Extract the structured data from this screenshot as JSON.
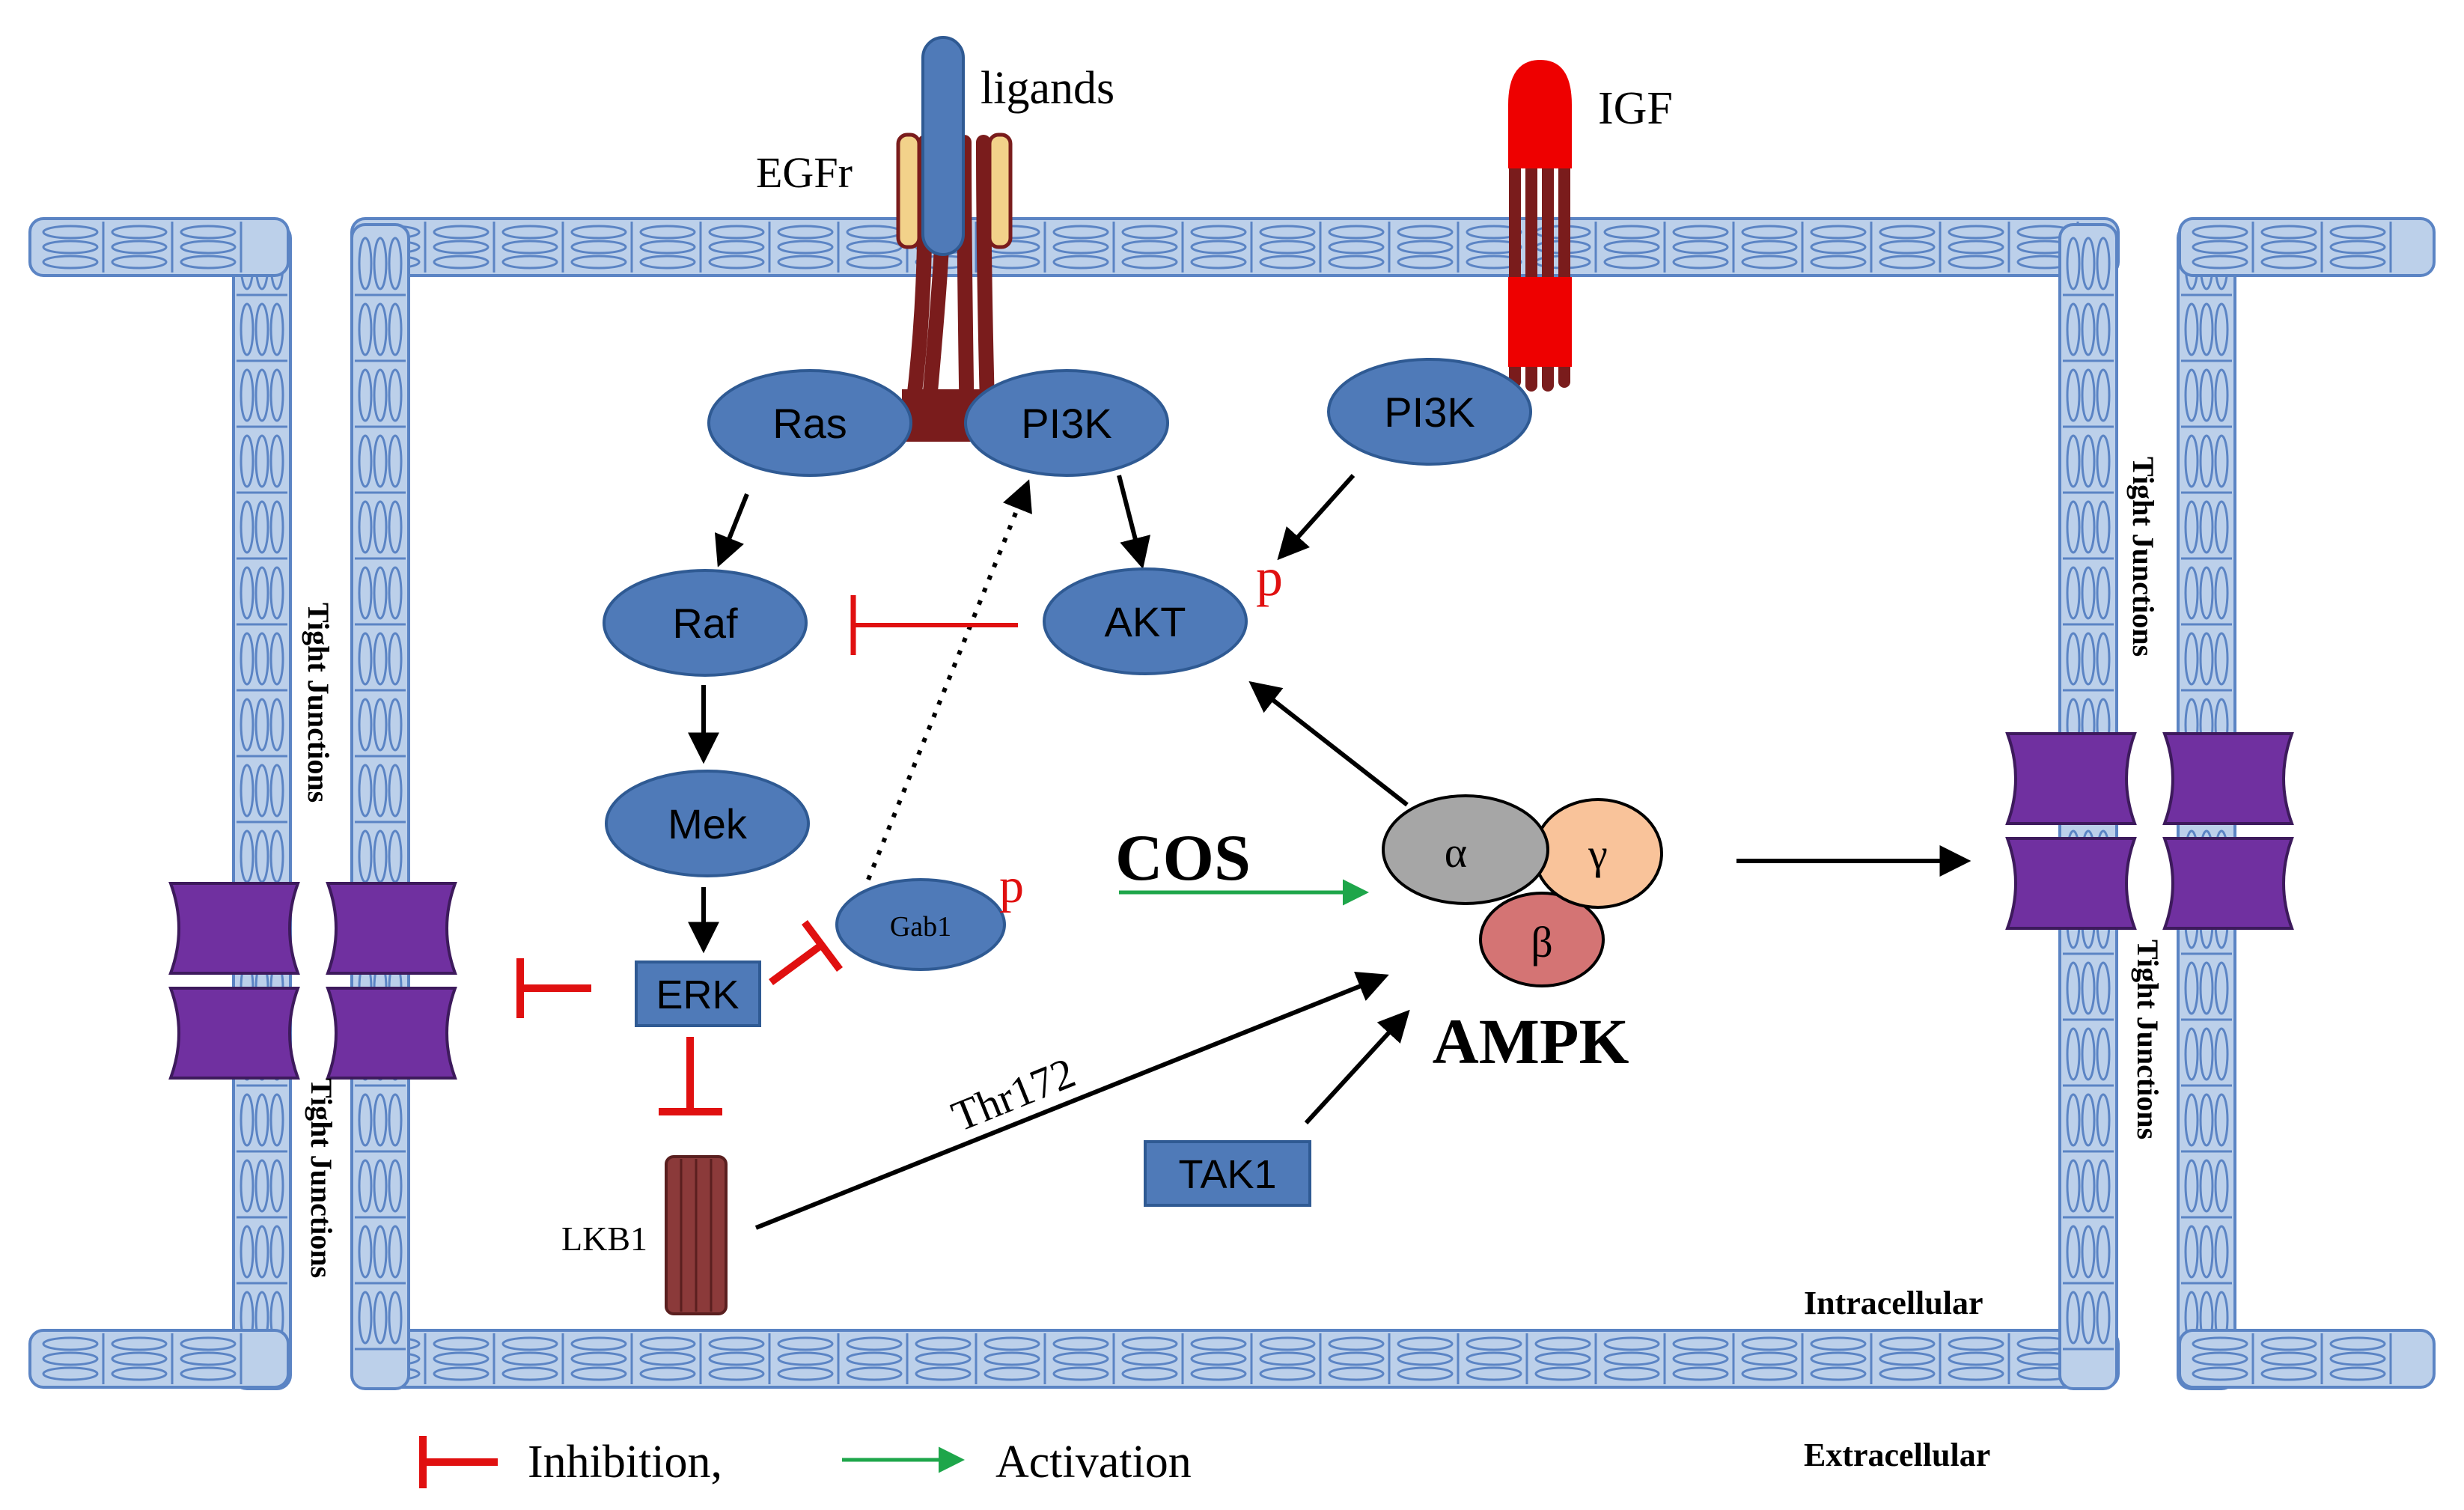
{
  "labels": {
    "ligands": "ligands",
    "egfr": "EGFr",
    "igf": "IGF",
    "ras": "Ras",
    "pi3k_left": "PI3K",
    "pi3k_right": "PI3K",
    "raf": "Raf",
    "akt": "AKT",
    "akt_p": "p",
    "mek": "Mek",
    "gab1": "Gab1",
    "gab1_p": "p",
    "erk": "ERK",
    "lkb1": "LKB1",
    "tak1": "TAK1",
    "cos": "COS",
    "ampk": "AMPK",
    "alpha": "α",
    "gamma": "γ",
    "beta": "β",
    "thr172": "Thr172",
    "tight_junctions_left_upper": "Tight Junctions",
    "tight_junctions_left_lower": "Tight Junctions",
    "tight_junctions_right_upper": "Tight Junctions",
    "tight_junctions_right_lower": "Tight Junctions",
    "intracellular": "Intracellular",
    "extracellular": "Extracellular",
    "legend_inhibition": "Inhibition,",
    "legend_activation": "Activation"
  },
  "colors": {
    "membrane_fill": "#bcd0ea",
    "membrane_stroke": "#5b84c4",
    "node_fill": "#4f7ab8",
    "node_stroke": "#2f5a93",
    "receptor_dark": "#7a1c1c",
    "igf_red": "#ee0000",
    "junction_purple": "#7030a0",
    "inhibit_red": "#e01010",
    "activate_green": "#1ea64a",
    "alpha_gray": "#a6a6a6",
    "gamma_peach": "#f9c39a",
    "beta_rose": "#d47474",
    "lkb1_brown": "#8b3a3a"
  }
}
